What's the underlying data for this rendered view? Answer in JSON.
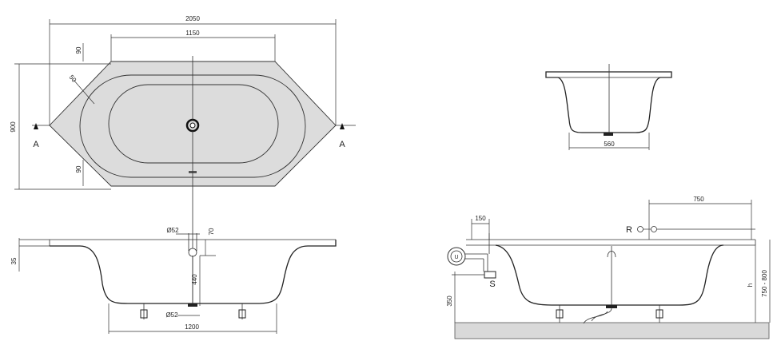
{
  "plan_view": {
    "overall_length": "2050",
    "inner_length": "1150",
    "top_offset": "90",
    "bottom_offset": "90",
    "radius": "50",
    "overall_width": "900",
    "section_left": "A",
    "section_right": "A"
  },
  "section_view": {
    "outlet_diameter_top": "Ø52",
    "outlet_diameter_bottom": "Ø52",
    "rim_height": "70",
    "outlet_depth": "440",
    "edge_thickness": "35",
    "base_length": "1200"
  },
  "end_view": {
    "width": "560"
  },
  "install_view": {
    "offset": "150",
    "valve_symbol": "U",
    "siphon_label": "S",
    "floor_height": "350",
    "r_label": "R",
    "r_distance": "750",
    "h_label": "h",
    "height_range": "750 - 800"
  }
}
